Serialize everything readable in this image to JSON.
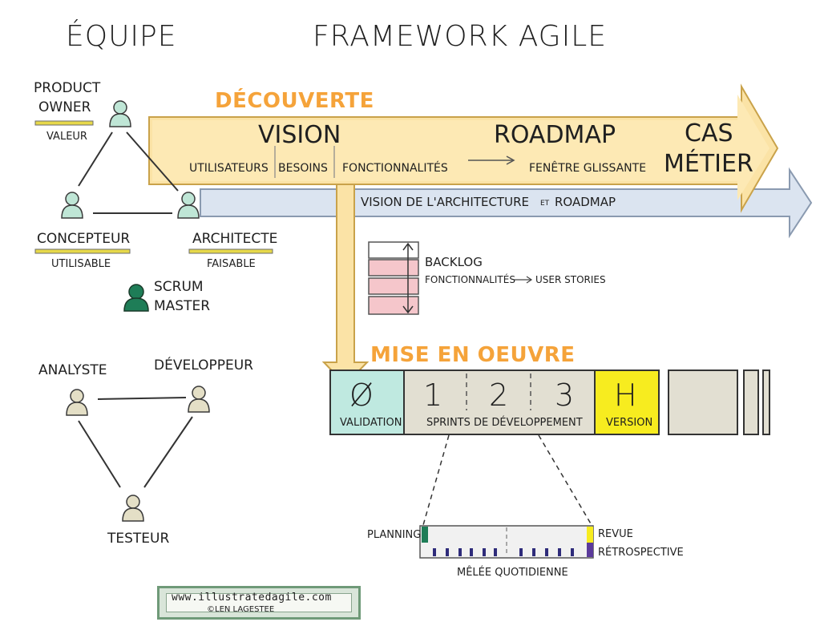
{
  "headers": {
    "team": "ÉQUIPE",
    "framework": "FRAMEWORK AGILE"
  },
  "team": {
    "product_owner": {
      "name_line1": "PRODUCT",
      "name_line2": "OWNER",
      "role": "VALEUR"
    },
    "designer": {
      "name": "CONCEPTEUR",
      "role": "UTILISABLE"
    },
    "architect": {
      "name": "ARCHITECTE",
      "role": "FAISABLE"
    },
    "scrum_master": {
      "line1": "SCRUM",
      "line2": "MASTER"
    },
    "analyst": {
      "name": "ANALYSTE"
    },
    "developer": {
      "name": "DÉVELOPPEUR"
    },
    "tester": {
      "name": "TESTEUR"
    }
  },
  "discovery": {
    "title": "DÉCOUVERTE",
    "vision": "VISION",
    "users": "UTILISATEURS",
    "needs": "BESOINS",
    "features": "FONCTIONNALITÉS",
    "roadmap": "ROADMAP",
    "window": "FENÊTRE GLISSANTE",
    "business_case_line1": "CAS",
    "business_case_line2": "MÉTIER",
    "architecture_vision": "VISION DE L'ARCHITECTURE",
    "et": "ET",
    "architecture_roadmap": "ROADMAP"
  },
  "backlog": {
    "title": "BACKLOG",
    "from": "FONCTIONNALITÉS",
    "to": "USER STORIES"
  },
  "delivery": {
    "title": "MISE EN OEUVRE",
    "validation_symbol": "Ø",
    "validation_label": "VALIDATION",
    "sprint_numbers": [
      "1",
      "2",
      "3"
    ],
    "sprints_label": "SPRINTS DE DÉVELOPPEMENT",
    "release_symbol": "H",
    "release_label": "VERSION"
  },
  "sprint_detail": {
    "planning": "PLANNING",
    "review": "REVUE",
    "retro": "RÉTROSPECTIVE",
    "daily": "MÊLÉE QUOTIDIENNE"
  },
  "credit": {
    "url": "www.illustratedagile.com",
    "author": "©LEN LAGESTEE"
  },
  "colors": {
    "discovery_arrow": "#fbe3a6",
    "architecture_arrow": "#dbe4f0",
    "phase_title": "#f5a33a",
    "validation": "#bfe9e0",
    "sprints": "#e2dfd2",
    "release": "#f7ec1f",
    "backlog_rows": "#f5c6cb",
    "person_light": "#bfe6d6",
    "person_dark": "#1e7d57",
    "person_beige": "#e4dfc6"
  }
}
